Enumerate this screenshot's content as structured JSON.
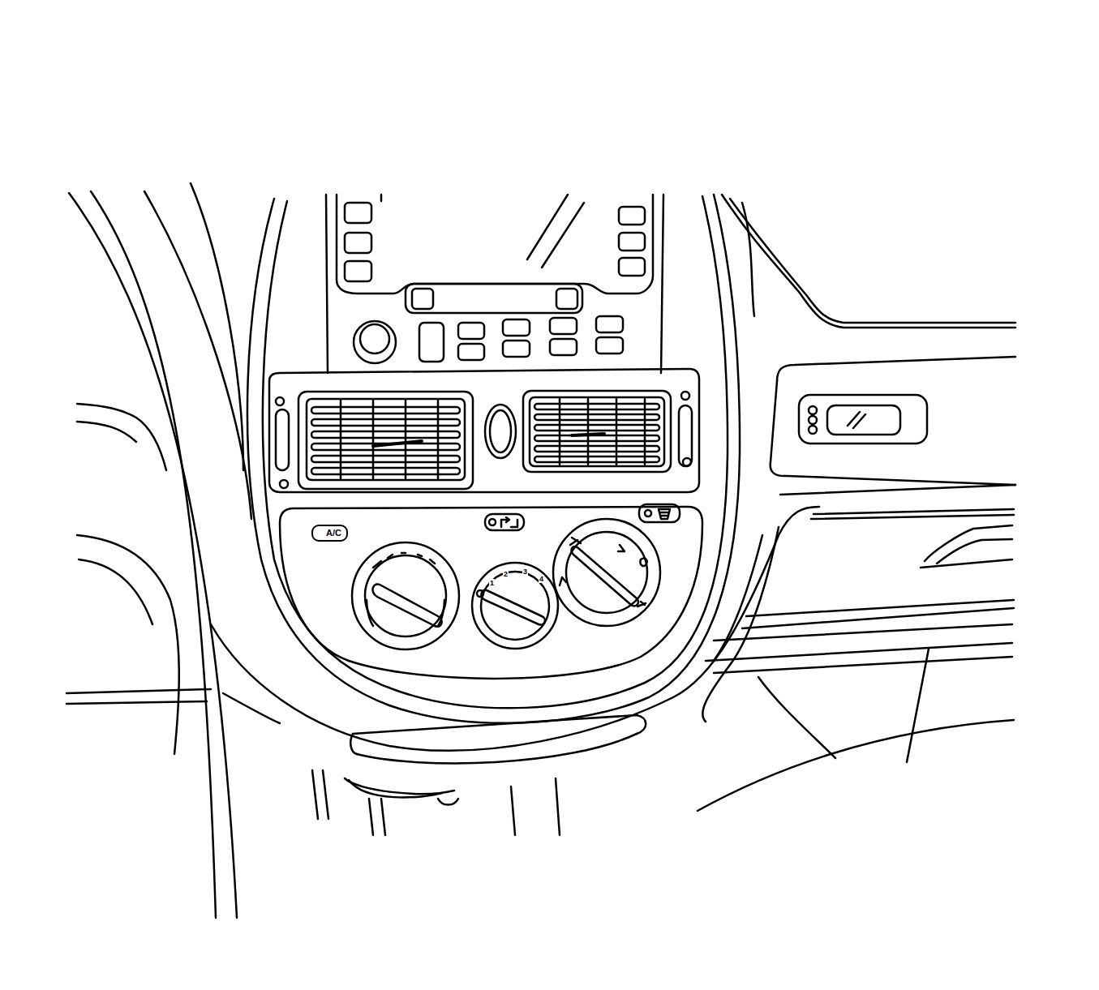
{
  "diagram": {
    "nodes": [
      {
        "text": [
          "A/C"
        ]
      }
    ],
    "labels": [
      "1",
      "2",
      "3",
      "4"
    ]
  }
}
